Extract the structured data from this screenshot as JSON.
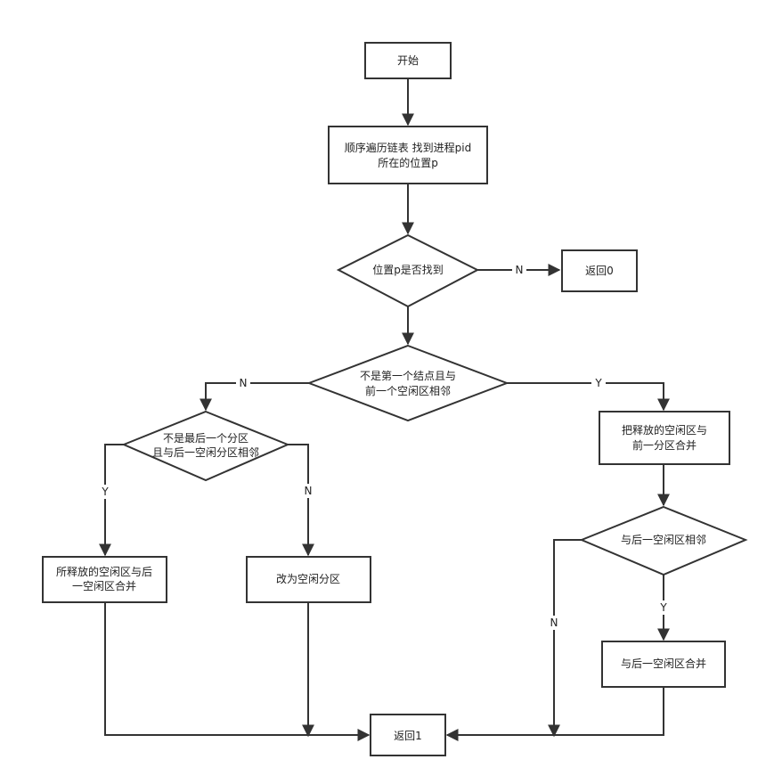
{
  "nodes": {
    "start": "开始",
    "traverse_line1": "顺序遍历链表 找到进程pid",
    "traverse_line2": "所在的位置p",
    "found_q": "位置p是否找到",
    "return0": "返回0",
    "notfirst_line1": "不是第一个结点且与",
    "notfirst_line2": "前一个空闲区相邻",
    "notlast_line1": "不是最后一个分区",
    "notlast_line2": "且与后一空闲分区相邻",
    "merge_next_line1": "所释放的空闲区与后",
    "merge_next_line2": "一空闲区合并",
    "make_free": "改为空闲分区",
    "merge_prev_line1": "把释放的空闲区与",
    "merge_prev_line2": "前一分区合并",
    "adj_next_q": "与后一空闲区相邻",
    "merge_after": "与后一空闲区合并",
    "return1": "返回1"
  },
  "edge_labels": {
    "found_no": "N",
    "notfirst_no": "N",
    "notfirst_yes": "Y",
    "notlast_yes": "Y",
    "notlast_no": "N",
    "adj_yes": "Y",
    "adj_no": "N"
  }
}
